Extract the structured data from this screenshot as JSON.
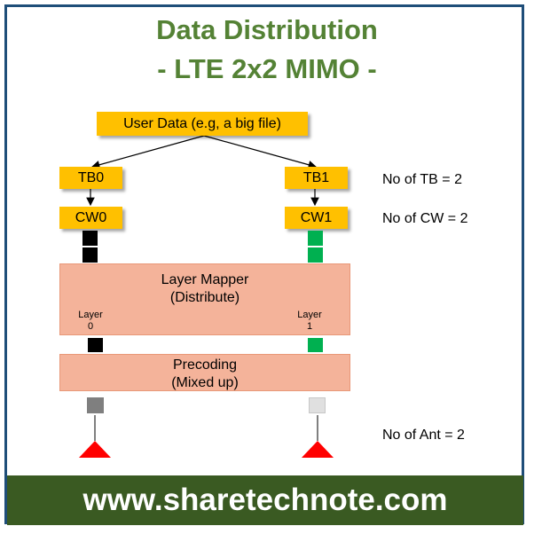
{
  "title": {
    "line1": "Data Distribution",
    "line2": "- LTE 2x2 MIMO -"
  },
  "user_data": "User Data (e.g, a big file)",
  "tb0": "TB0",
  "tb1": "TB1",
  "cw0": "CW0",
  "cw1": "CW1",
  "notes": {
    "tb": "No of TB = 2",
    "cw": "No of CW = 2",
    "ant": "No of Ant = 2"
  },
  "layer_mapper": {
    "line1": "Layer Mapper",
    "line2": "(Distribute)",
    "layer0_line1": "Layer",
    "layer0_line2": "0",
    "layer1_line1": "Layer",
    "layer1_line2": "1"
  },
  "precoding": {
    "line1": "Precoding",
    "line2": "(Mixed up)"
  },
  "footer": "www.sharetechnote.com",
  "colors": {
    "title": "#548235",
    "box": "#ffc000",
    "block": "#f4b39a",
    "cw0_data": "#000000",
    "cw1_data": "#00b050",
    "antenna": "#ff0000",
    "footer_bg": "#3a5a22"
  }
}
